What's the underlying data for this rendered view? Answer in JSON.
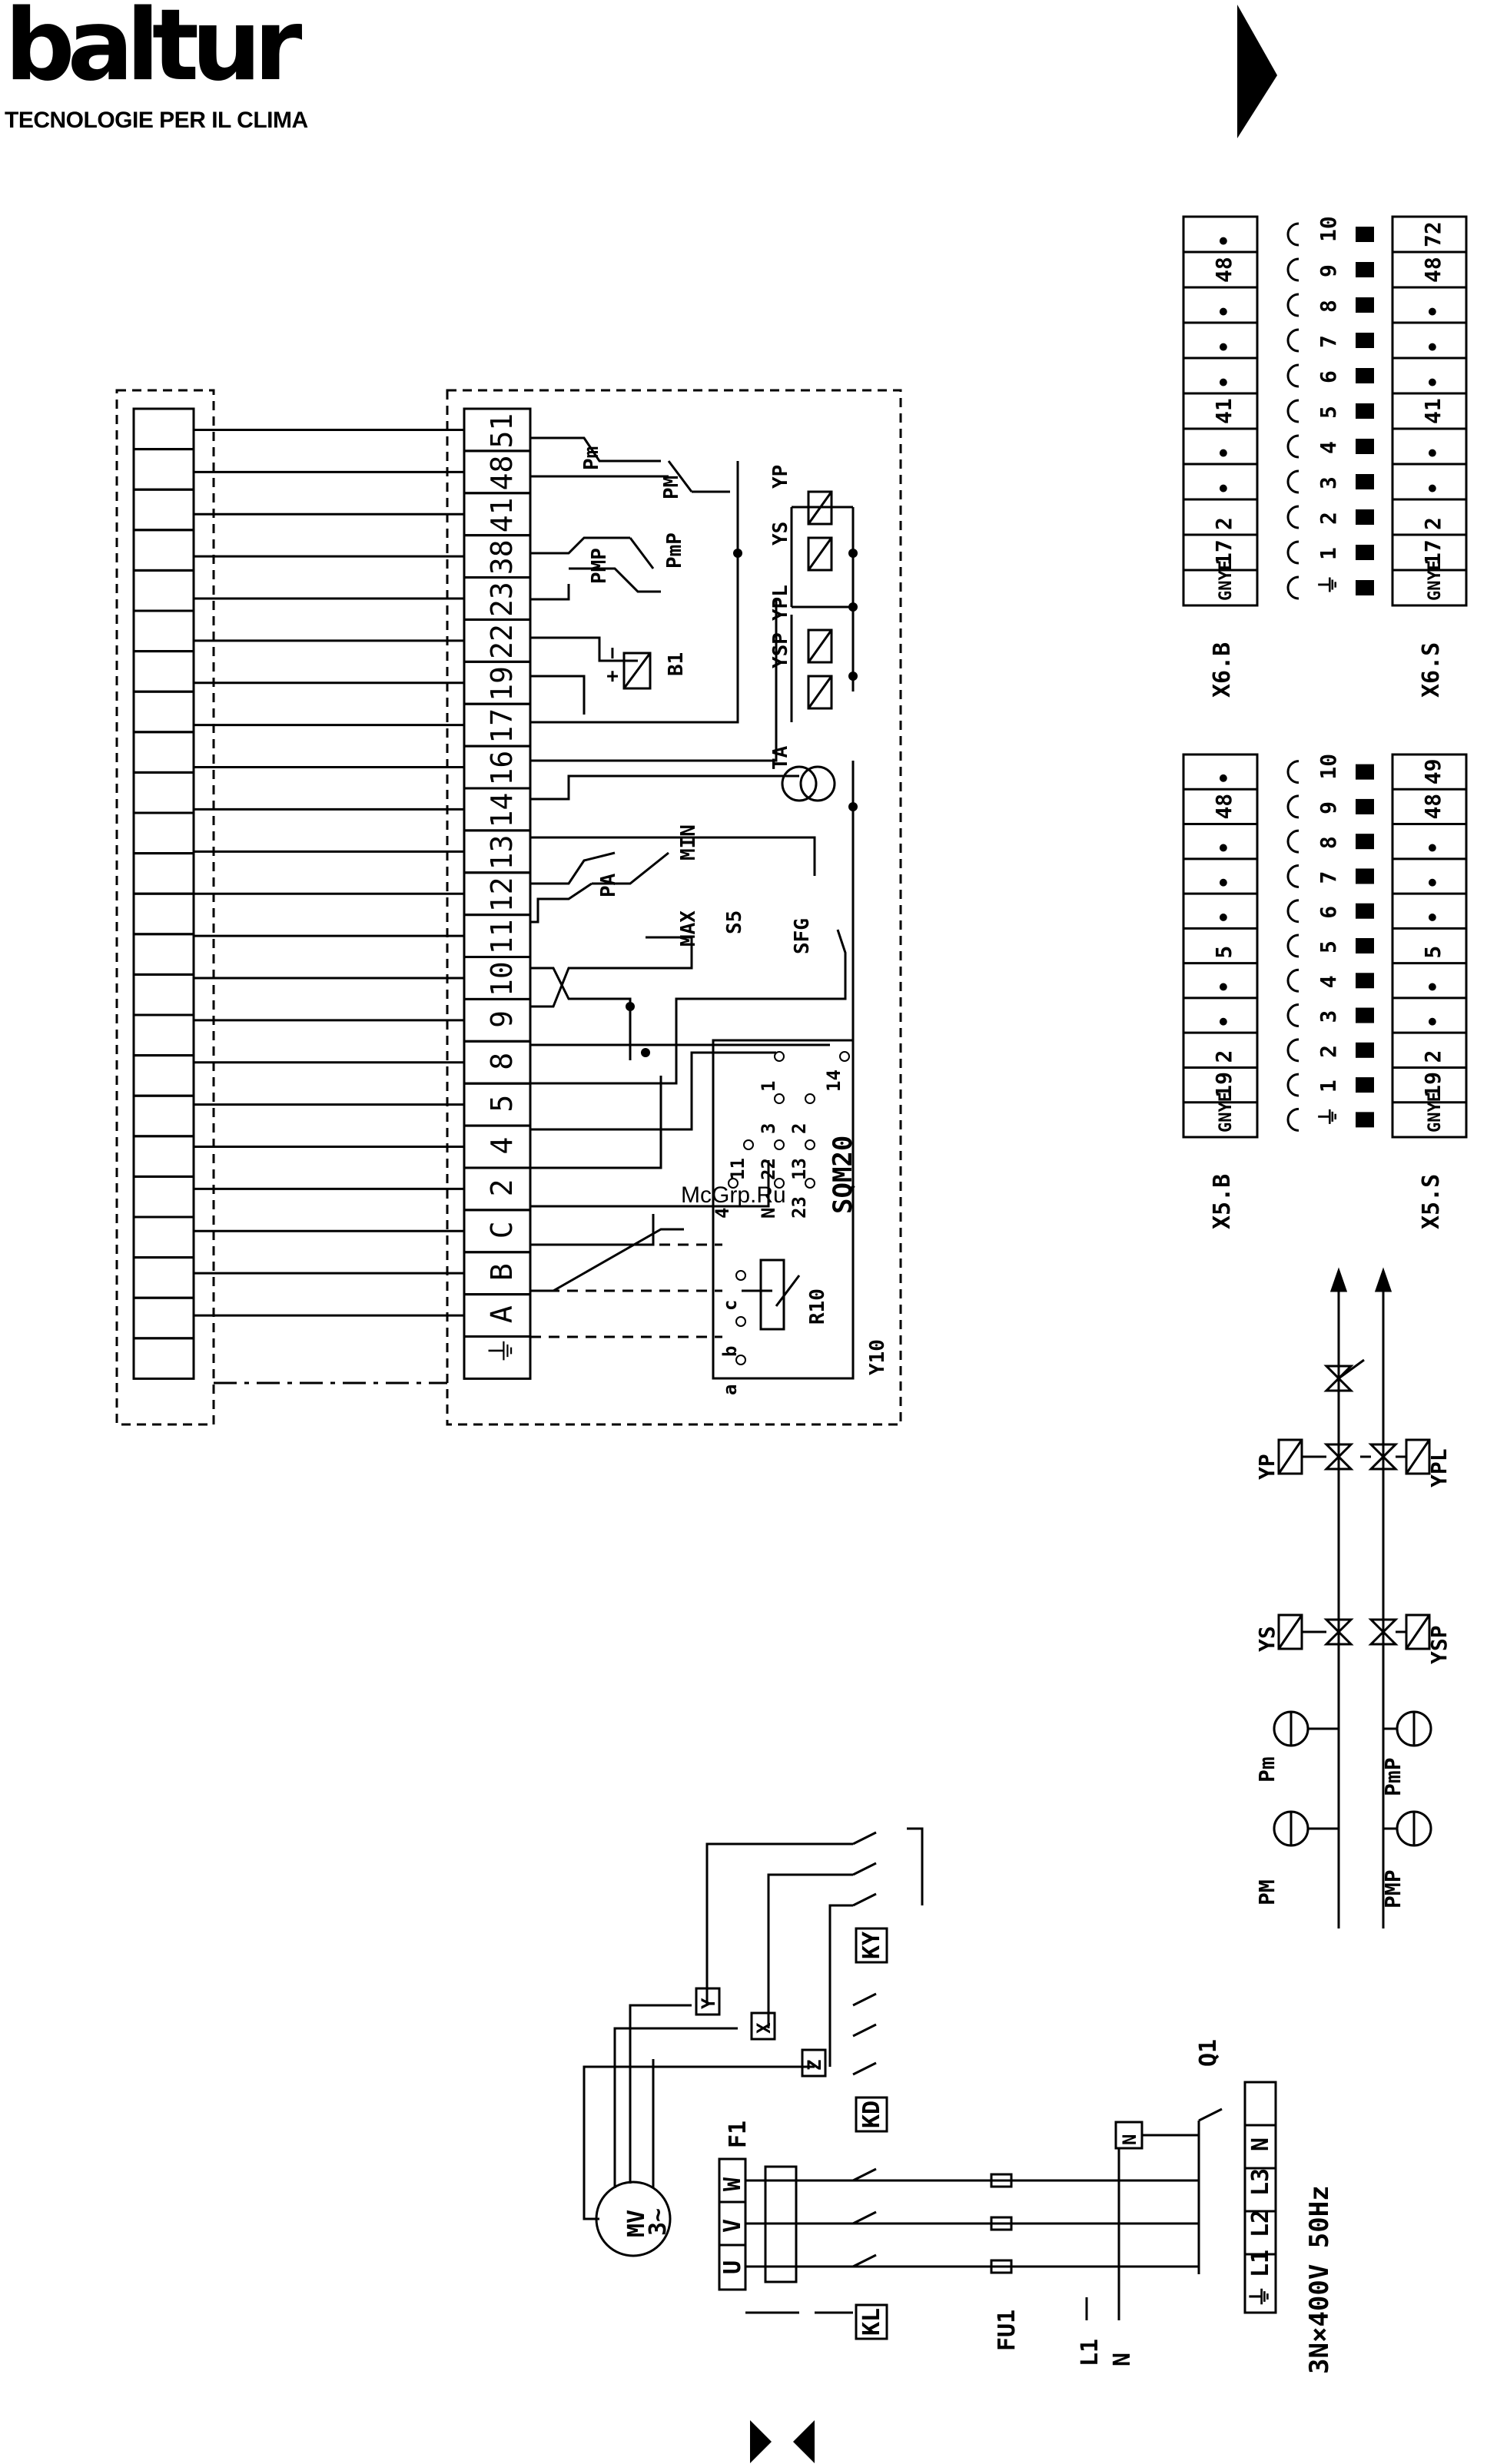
{
  "header": {
    "brand": "baltur",
    "tagline": "TECNOLOGIE PER IL CLIMA",
    "watermark": "McGrp.Ru"
  },
  "terminal_strip": [
    "51",
    "48",
    "41",
    "38",
    "23",
    "22",
    "19",
    "17",
    "16",
    "14",
    "13",
    "12",
    "11",
    "10",
    "9",
    "8",
    "5",
    "4",
    "2",
    "C",
    "B",
    "A",
    "⏚"
  ],
  "components": {
    "pm": "Pm",
    "pM": "PM",
    "pmp": "PMP",
    "pmP": "PmP",
    "ys": "YS",
    "yp": "YP",
    "ypl": "YPL",
    "ysp": "YSP",
    "b1": "B1",
    "ta": "TA",
    "pa": "PA",
    "min": "MIN",
    "max": "MAX",
    "s5": "S5",
    "sfg": "SFG",
    "sqm20": "SQM20",
    "r10": "R10",
    "y10": "Y10",
    "plus": "+",
    "minus": "−"
  },
  "sqm_terminals": [
    "1",
    "3",
    "2",
    "14",
    "11",
    "22",
    "13",
    "4",
    "N",
    "23",
    "a",
    "b",
    "c"
  ],
  "connectors": {
    "x6b": {
      "label": "X6.B",
      "pins": [
        "GNYE",
        "17",
        "2",
        "•",
        "•",
        "41",
        "•",
        "•",
        "•",
        "48",
        "•"
      ]
    },
    "x6s": {
      "label": "X6.S",
      "pins": [
        "GNYE",
        "17",
        "2",
        "•",
        "•",
        "41",
        "•",
        "•",
        "•",
        "48",
        "72"
      ]
    },
    "x5b": {
      "label": "X5.B",
      "pins": [
        "GNYE",
        "19",
        "2",
        "•",
        "•",
        "5",
        "•",
        "•",
        "•",
        "48",
        "•"
      ]
    },
    "x5s": {
      "label": "X5.S",
      "pins": [
        "GNYE",
        "19",
        "2",
        "•",
        "•",
        "5",
        "•",
        "•",
        "•",
        "48",
        "49"
      ]
    },
    "pin_numbers": [
      "⏚",
      "1",
      "2",
      "3",
      "4",
      "5",
      "6",
      "7",
      "8",
      "9",
      "10"
    ]
  },
  "gas_train": {
    "labels": [
      "PM",
      "Pm",
      "YS",
      "YP",
      "PMP",
      "PmP",
      "YSP",
      "YPL"
    ]
  },
  "power": {
    "motor": "MV",
    "motor_sub": "3~",
    "uvw": [
      "U",
      "V",
      "W"
    ],
    "f1": "F1",
    "fu1": "FU1",
    "q1": "Q1",
    "contactors": [
      "KL",
      "KD",
      "KY"
    ],
    "coils": [
      "Y",
      "X",
      "Z"
    ],
    "mains_terminals": [
      "⏚",
      "L1",
      "L2",
      "L3",
      "N"
    ],
    "neutral": "N",
    "l1": "L1",
    "n": "N",
    "supply": "3N×400V 50Hz"
  }
}
